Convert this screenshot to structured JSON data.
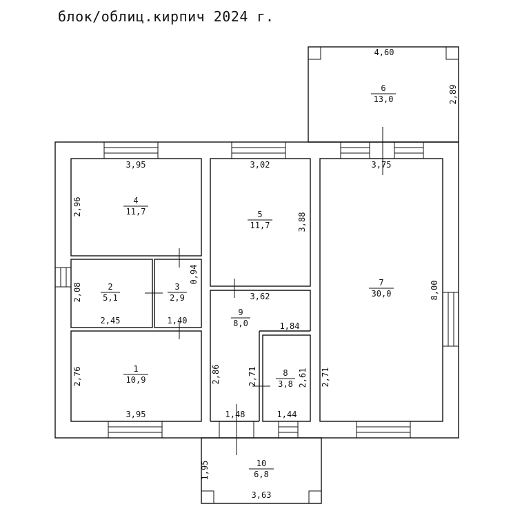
{
  "title": "блок/облиц.кирпич 2024 г.",
  "rooms": [
    {
      "id": "1",
      "number": "1",
      "area": "10,9"
    },
    {
      "id": "2",
      "number": "2",
      "area": "5,1"
    },
    {
      "id": "3",
      "number": "3",
      "area": "2,9"
    },
    {
      "id": "4",
      "number": "4",
      "area": "11,7"
    },
    {
      "id": "5",
      "number": "5",
      "area": "11,7"
    },
    {
      "id": "6",
      "number": "6",
      "area": "13,0"
    },
    {
      "id": "7",
      "number": "7",
      "area": "30,0"
    },
    {
      "id": "8",
      "number": "8",
      "area": "3,8"
    },
    {
      "id": "9",
      "number": "9",
      "area": "8,0"
    },
    {
      "id": "10",
      "number": "10",
      "area": "6,8"
    }
  ],
  "dimensions": {
    "r6_width": "4,60",
    "r6_height": "2,89",
    "r4_width": "3,95",
    "r4_height": "2,96",
    "r5_width": "3,02",
    "r5_height": "3,88",
    "r7_width": "3,75",
    "r7_height": "8,00",
    "r2_height": "2,08",
    "r2_width": "2,45",
    "r3_height": "0,94",
    "r3_width": "1,40",
    "r9_width": "3,62",
    "r9_extra": "1,84",
    "r1_height": "2,76",
    "r1_width": "3,95",
    "r9_height": "2,86",
    "r9_bottom": "1,48",
    "r8_left": "2,71",
    "r8_right": "2,61",
    "r8_width": "1,44",
    "r7_left": "2,71",
    "r10_height": "1,95",
    "r10_width": "3,63"
  }
}
